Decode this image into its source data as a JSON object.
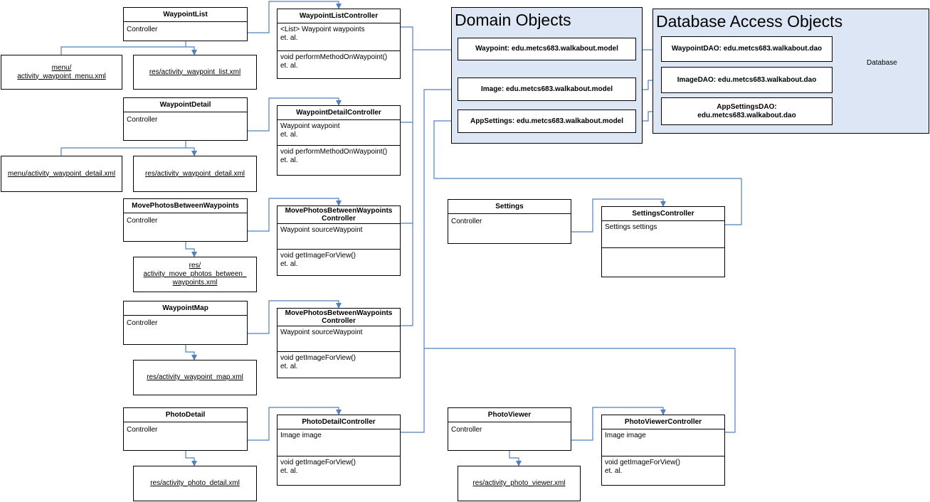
{
  "packages": {
    "domain_title": "Domain Objects",
    "dao_title": "Database Access Objects"
  },
  "domain_objects": {
    "waypoint": "Waypoint: edu.metcs683.walkabout.model",
    "image": "Image: edu.metcs683.walkabout.model",
    "app_settings": "AppSettings: edu.metcs683.walkabout.model"
  },
  "dao_objects": {
    "waypoint_dao": "WaypointDAO: edu.metcs683.walkabout.dao",
    "image_dao": "ImageDAO: edu.metcs683.walkabout.dao",
    "app_settings_dao_1": "AppSettingsDAO:",
    "app_settings_dao_2": "edu.metcs683.walkabout.dao"
  },
  "database_label": "Database",
  "activities": {
    "waypoint_list": {
      "name": "WaypointList",
      "role": "Controller"
    },
    "waypoint_detail": {
      "name": "WaypointDetail",
      "role": "Controller"
    },
    "move_photos": {
      "name": "MovePhotosBetweenWaypoints",
      "role": "Controller"
    },
    "waypoint_map": {
      "name": "WaypointMap",
      "role": "Controller"
    },
    "photo_detail": {
      "name": "PhotoDetail",
      "role": "Controller"
    },
    "settings": {
      "name": "Settings",
      "role": "Controller"
    },
    "photo_viewer": {
      "name": "PhotoViewer",
      "role": "Controller"
    }
  },
  "controllers": {
    "waypoint_list": {
      "name": "WaypointListController",
      "attr_1": "<List> Waypoint waypoints",
      "attr_2": "et. al.",
      "op_1": "void performMethodOnWaypoint()",
      "op_2": "et. al."
    },
    "waypoint_detail": {
      "name": "WaypointDetailController",
      "attr_1": "Waypoint waypoint",
      "attr_2": "et. al.",
      "op_1": "void performMethodOnWaypoint()",
      "op_2": "et. al."
    },
    "move_photos": {
      "name_1": "MovePhotosBetweenWaypoints",
      "name_2": "Controller",
      "attr_1": "Waypoint sourceWaypoint",
      "op_1": "void getImageForView()",
      "op_2": "et. al."
    },
    "waypoint_map": {
      "name_1": "MovePhotosBetweenWaypoints",
      "name_2": "Controller",
      "attr_1": "Waypoint sourceWaypoint",
      "op_1": "void getImageForView()",
      "op_2": "et. al."
    },
    "photo_detail": {
      "name": "PhotoDetailController",
      "attr_1": "Image image",
      "op_1": "void getImageForView()",
      "op_2": "et. al."
    },
    "settings": {
      "name": "SettingsController",
      "attr_1": "Settings settings"
    },
    "photo_viewer": {
      "name": "PhotoViewerController",
      "attr_1": "Image image",
      "op_1": "void getImageForView()",
      "op_2": "et. al."
    }
  },
  "xml_files": {
    "waypoint_menu_1": "menu/",
    "waypoint_menu_2": "activity_waypoint_menu.xml",
    "waypoint_list": "res/activity_waypoint_list.xml",
    "detail_menu": "menu/activity_waypoint_detail.xml",
    "waypoint_detail": "res/activity_waypoint_detail.xml",
    "move_photos_1": "res/",
    "move_photos_2": "activity_move_photos_between_",
    "move_photos_3": "waypoints.xml",
    "waypoint_map": "res/activity_waypoint_map.xml",
    "photo_detail": "res/activity_photo_detail.xml",
    "photo_viewer": "res/activity_photo_viewer.xml"
  },
  "colors": {
    "connector": "#4f81bd",
    "package_fill": "#dde6f4",
    "database_fill": "#dde6f4"
  }
}
